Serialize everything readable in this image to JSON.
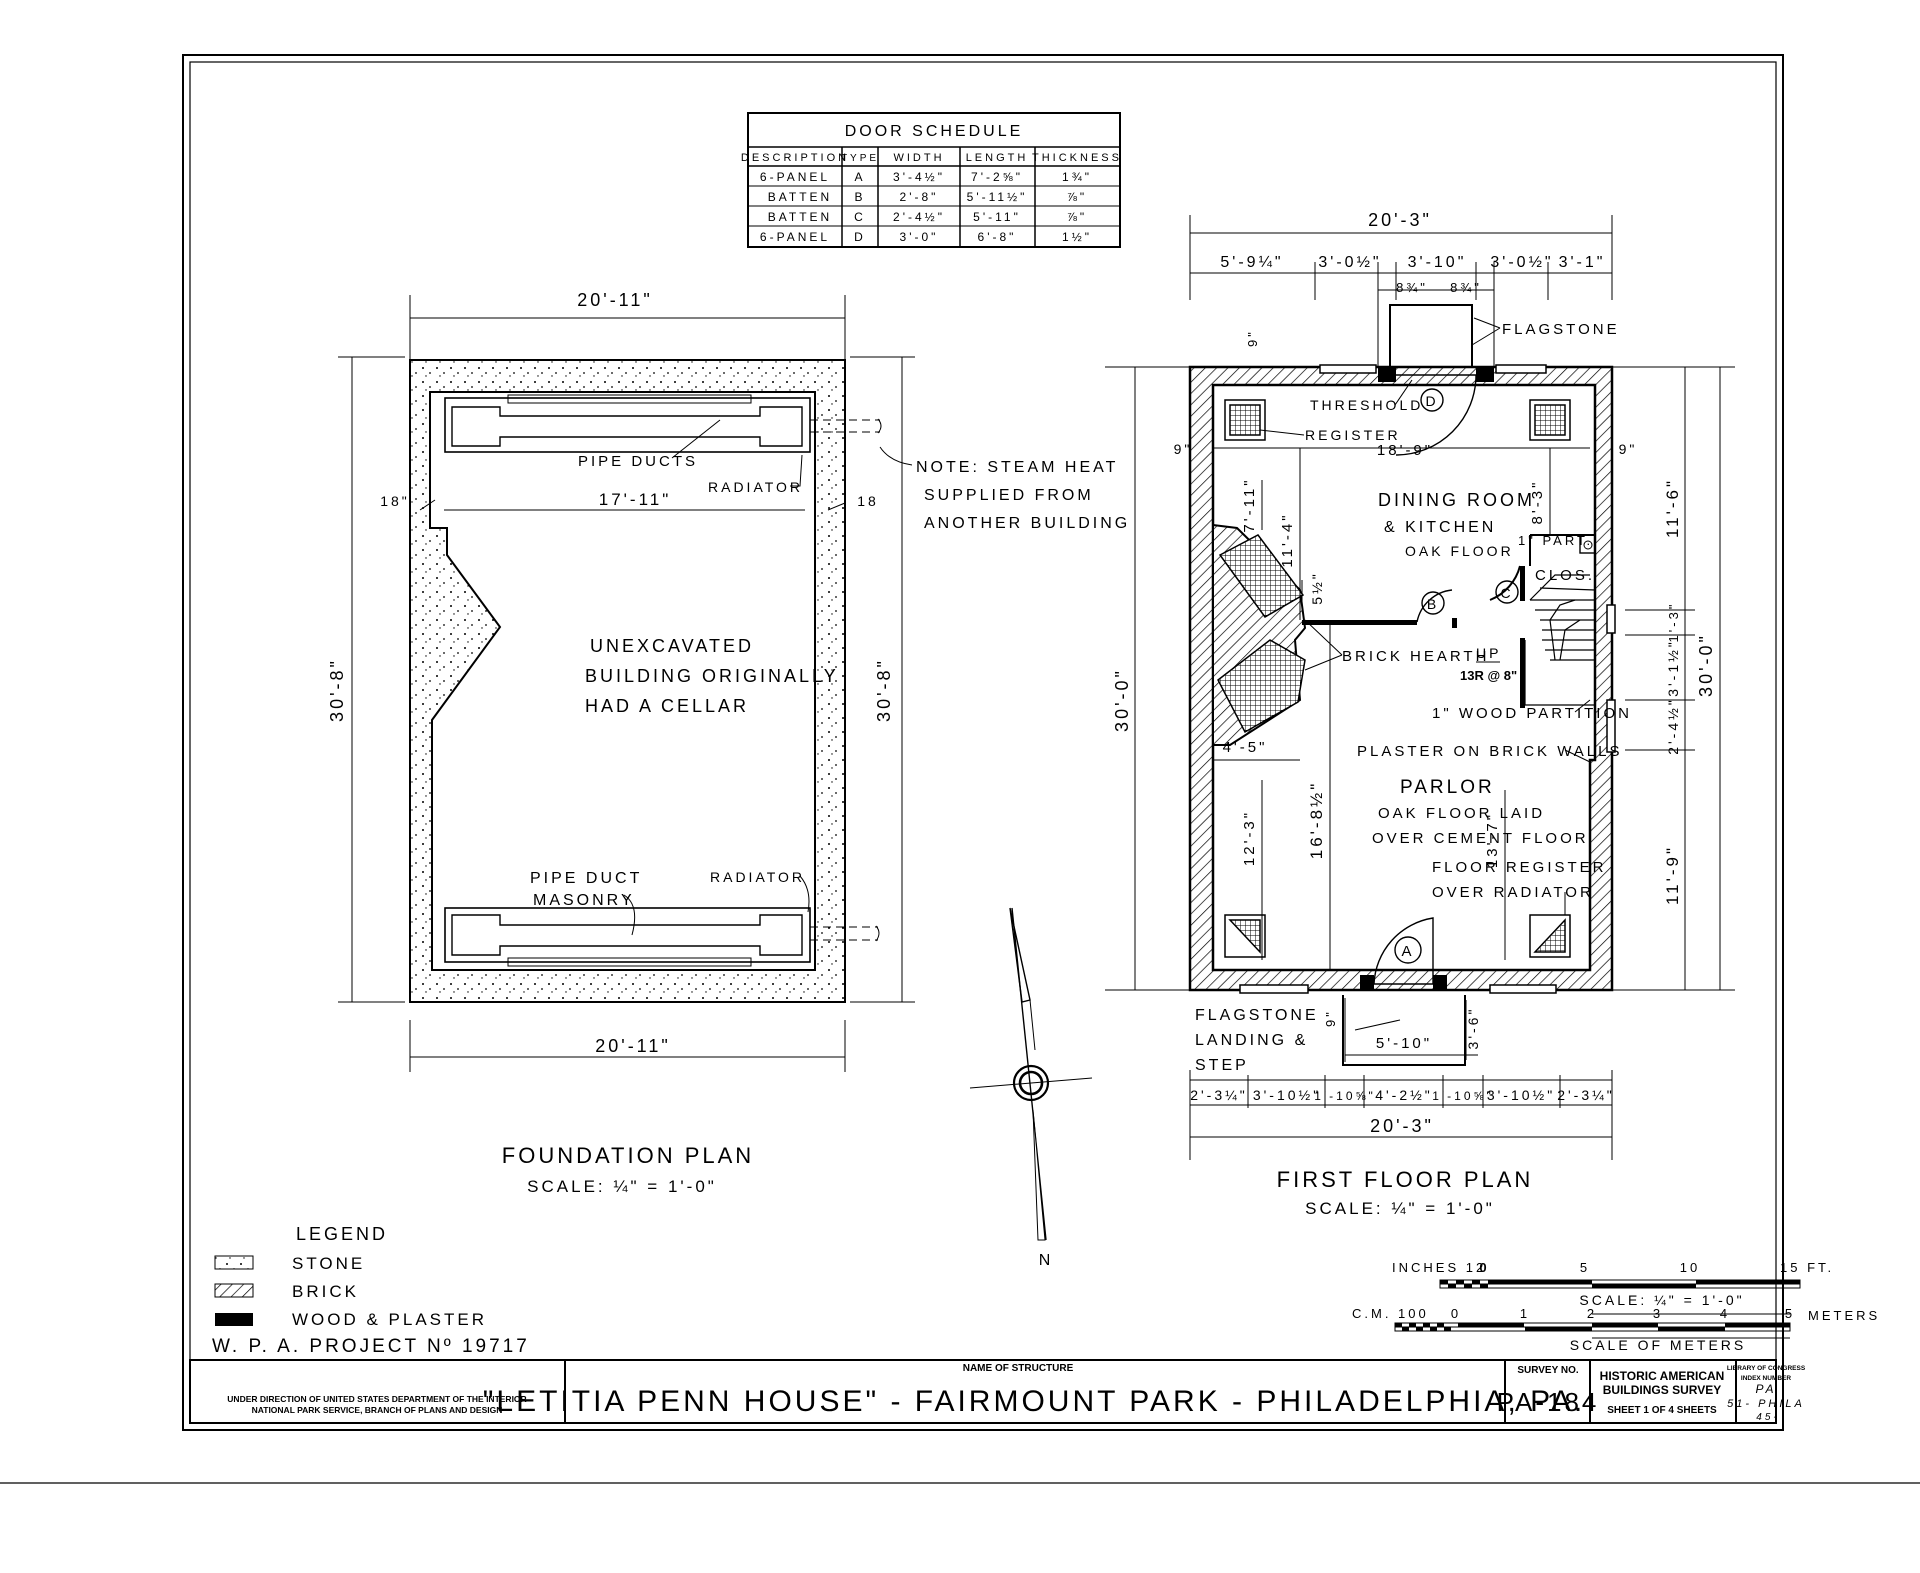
{
  "door_schedule": {
    "title": "DOOR SCHEDULE",
    "columns": [
      "DESCRIPTION",
      "TYPE",
      "WIDTH",
      "LENGTH",
      "THICKNESS"
    ],
    "rows": [
      [
        "6-PANEL",
        "A",
        "3'-4½\"",
        "7'-2⅝\"",
        "1¾\""
      ],
      [
        "BATTEN",
        "B",
        "2'-8\"",
        "5'-11½\"",
        "⅞\""
      ],
      [
        "BATTEN",
        "C",
        "2'-4½\"",
        "5'-11\"",
        "⅞\""
      ],
      [
        "6-PANEL",
        "D",
        "3'-0\"",
        "6'-8\"",
        "1½\""
      ]
    ]
  },
  "foundation_plan": {
    "title": "FOUNDATION PLAN",
    "scale": "SCALE: ¼\" = 1'-0\"",
    "dim_top": "20'-11\"",
    "dim_bottom": "20'-11\"",
    "dim_left": "30'-8\"",
    "dim_right": "30'-8\"",
    "dim_inner": "17'-11\"",
    "dim_wall_left": "18\"",
    "dim_wall_right": "18",
    "center_note": [
      "UNEXCAVATED",
      "BUILDING ORIGINALLY",
      "HAD A CELLAR"
    ],
    "pipe_ducts": "PIPE DUCTS",
    "radiator_top": "RADIATOR",
    "pipe_duct_masonry": [
      "PIPE DUCT",
      "MASONRY"
    ],
    "radiator_bottom": "RADIATOR",
    "note": [
      "NOTE: STEAM HEAT",
      "SUPPLIED FROM",
      "ANOTHER BUILDING"
    ]
  },
  "first_floor_plan": {
    "title": "FIRST FLOOR PLAN",
    "scale": "SCALE: ¼\" = 1'-0\"",
    "dim_top_total": "20'-3\"",
    "dim_top_parts": [
      "5'-9¼\"",
      "3'-0½\"",
      "3'-10\"",
      "3'-0½\"",
      "3'-1\""
    ],
    "dim_top_small": [
      "8¾\"",
      "8¾\""
    ],
    "dim_bottom_total": "20'-3\"",
    "dim_bottom_parts": [
      "2'-3¼\"",
      "3'-10½\"",
      "1'-10⅝\"",
      "4'-2½\"",
      "1'-10⅝\"",
      "3'-10½\"",
      "2'-3¼\""
    ],
    "dim_left_total": "30'-0\"",
    "dim_right_total": "30'-0\"",
    "dim_right_parts": [
      "11'-6\"",
      "1'-3\"",
      "3'-1½\"",
      "2'-4½\"",
      "11'-9\""
    ],
    "dim_interior": [
      "7'-11\"",
      "11'-4\"",
      "8'-3\"",
      "5½\"",
      "4'-5\"",
      "12'-3\"",
      "16'-8½\"",
      "13'-7\"",
      "18'-9\"",
      "9\"",
      "9\"",
      "9\"",
      "9\"",
      "3'-6\"",
      "5'-10\""
    ],
    "flagstone": "FLAGSTONE",
    "threshold": "THRESHOLD",
    "register": "REGISTER",
    "dining_room": [
      "DINING ROOM",
      "& KITCHEN",
      "OAK FLOOR"
    ],
    "part": "1\" PART.",
    "clos": "CLOS.",
    "brick_hearth": "BRICK HEARTH",
    "up": "UP",
    "risers": "13R @ 8\"",
    "wood_partition": "1\" WOOD PARTITION",
    "plaster_walls": "PLASTER ON BRICK WALLS",
    "parlor": [
      "PARLOR",
      "OAK FLOOR LAID",
      "OVER CEMENT FLOOR"
    ],
    "floor_register": [
      "FLOOR REGISTER",
      "OVER RADIATOR"
    ],
    "flagstone_landing": [
      "FLAGSTONE",
      "LANDING &",
      "STEP"
    ],
    "doors": [
      "A",
      "B",
      "C",
      "D"
    ]
  },
  "north": "N",
  "legend": {
    "title": "LEGEND",
    "items": [
      "STONE",
      "BRICK",
      "WOOD & PLASTER"
    ],
    "project": "W. P. A. PROJECT Nº 19717"
  },
  "scales": {
    "inches_label": "INCHES 12",
    "inches_ticks": [
      "0",
      "5",
      "10",
      "15 FT."
    ],
    "cm_label": "C.M. 100",
    "meter_ticks": [
      "0",
      "1",
      "2",
      "3",
      "4",
      "5"
    ],
    "meters": "METERS",
    "scale_note": "SCALE: ¼\" = 1'-0\"",
    "scale_of_meters": "SCALE OF METERS"
  },
  "title_block": {
    "direction": [
      "UNDER DIRECTION OF UNITED STATES DEPARTMENT OF THE INTERIOR",
      "NATIONAL PARK SERVICE, BRANCH OF PLANS AND DESIGN"
    ],
    "name_label": "NAME OF STRUCTURE",
    "name": "\"LETITIA PENN HOUSE\" - FAIRMOUNT PARK - PHILADELPHIA, PA.",
    "survey_label": "SURVEY NO.",
    "survey_no": "PA-184",
    "habs": [
      "HISTORIC AMERICAN",
      "BUILDINGS SURVEY"
    ],
    "sheet": "SHEET 1 OF 4 SHEETS",
    "loc": [
      "LIBRARY OF CONGRESS",
      "INDEX NUMBER",
      "PA",
      "51- PHILA",
      "45-"
    ]
  }
}
